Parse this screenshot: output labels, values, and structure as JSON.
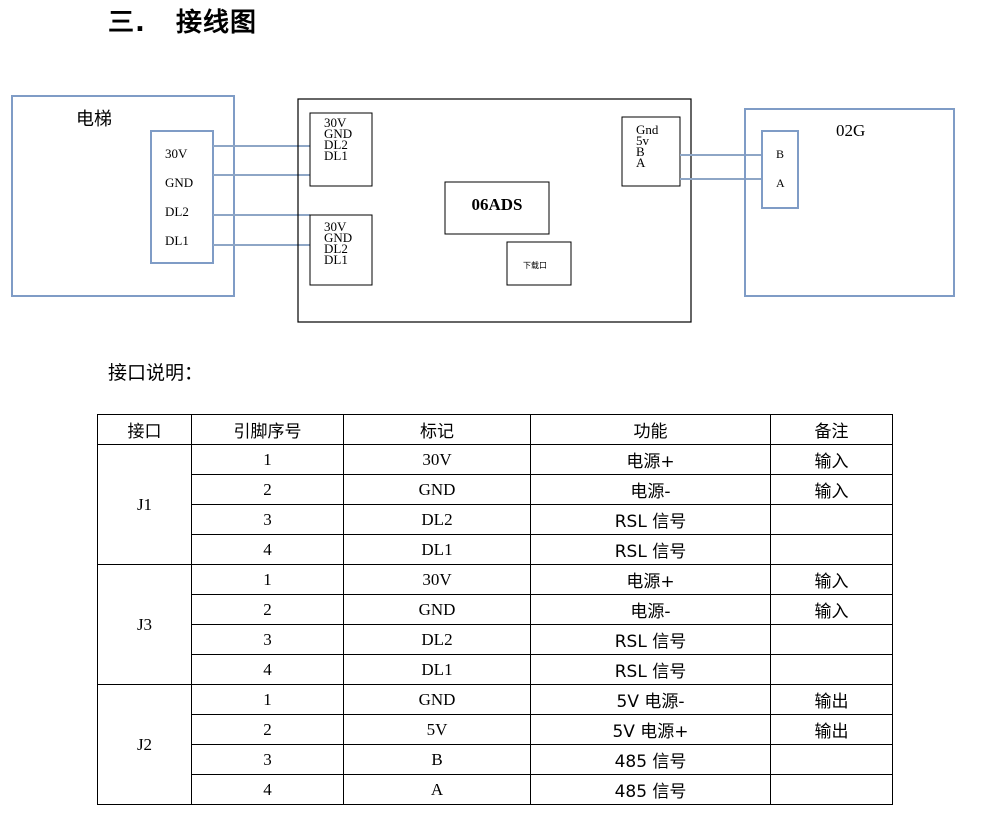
{
  "heading": "三.   接线图",
  "diagram": {
    "elevator": {
      "title": "电梯",
      "pins": [
        "30V",
        "GND",
        "DL2",
        "DL1"
      ]
    },
    "device": {
      "name": "06ADS",
      "download_port": "下载口",
      "connector_top": [
        "30V",
        "GND",
        "DL2",
        "DL1"
      ],
      "connector_bottom": [
        "30V",
        "GND",
        "DL2",
        "DL1"
      ],
      "connector_right": [
        "Gnd",
        "5v",
        "B",
        "A"
      ]
    },
    "module": {
      "title": "02G",
      "pins": [
        "B",
        "A"
      ]
    },
    "line_color": "#8ea6c6",
    "box_color": "#7f9cc6"
  },
  "intro": "接口说明：",
  "table": {
    "headers": [
      "接口",
      "引脚序号",
      "标记",
      "功能",
      "备注"
    ],
    "groups": [
      {
        "port": "J1",
        "rows": [
          {
            "pin": "1",
            "mark": "30V",
            "func": "电源+",
            "note": "输入"
          },
          {
            "pin": "2",
            "mark": "GND",
            "func": "电源-",
            "note": "输入"
          },
          {
            "pin": "3",
            "mark": "DL2",
            "func": "RSL 信号",
            "note": ""
          },
          {
            "pin": "4",
            "mark": "DL1",
            "func": "RSL 信号",
            "note": ""
          }
        ]
      },
      {
        "port": "J3",
        "rows": [
          {
            "pin": "1",
            "mark": "30V",
            "func": "电源+",
            "note": "输入"
          },
          {
            "pin": "2",
            "mark": "GND",
            "func": "电源-",
            "note": "输入"
          },
          {
            "pin": "3",
            "mark": "DL2",
            "func": "RSL 信号",
            "note": ""
          },
          {
            "pin": "4",
            "mark": "DL1",
            "func": "RSL 信号",
            "note": ""
          }
        ]
      },
      {
        "port": "J2",
        "rows": [
          {
            "pin": "1",
            "mark": "GND",
            "func": "5V 电源-",
            "note": "输出"
          },
          {
            "pin": "2",
            "mark": "5V",
            "func": "5V 电源+",
            "note": "输出"
          },
          {
            "pin": "3",
            "mark": "B",
            "func": "485 信号",
            "note": ""
          },
          {
            "pin": "4",
            "mark": "A",
            "func": "485 信号",
            "note": ""
          }
        ]
      }
    ]
  }
}
